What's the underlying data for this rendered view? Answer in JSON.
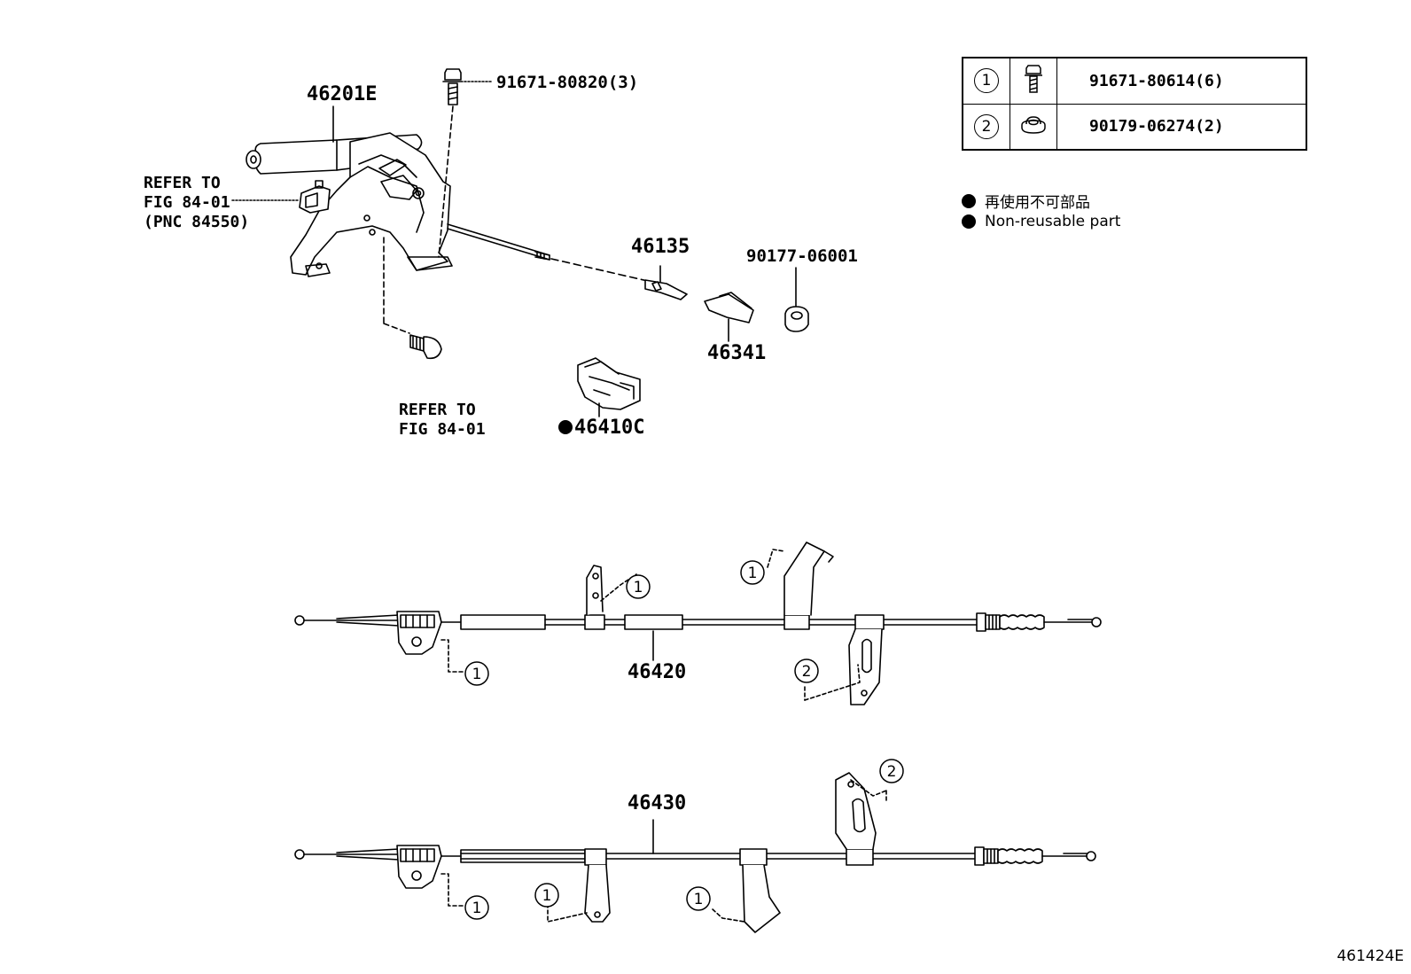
{
  "labels": {
    "p46201E": "46201E",
    "bolt_top": "91671-80820(3)",
    "refer_top": "REFER TO\nFIG 84-01\n(PNC 84550)",
    "refer_bottom": "REFER TO\nFIG 84-01",
    "p46135": "46135",
    "p90177": "90177-06001",
    "p46341": "46341",
    "p46410C": "46410C",
    "p46420": "46420",
    "p46430": "46430"
  },
  "legend": {
    "rows": [
      {
        "num": "1",
        "icon": "bolt-icon",
        "part": "91671-80614(6)"
      },
      {
        "num": "2",
        "icon": "nut-icon",
        "part": "90179-06274(2)"
      }
    ]
  },
  "notes": {
    "jp": "再使用不可部品",
    "en": "Non-reusable part"
  },
  "callouts": {
    "one": "1",
    "two": "2"
  },
  "figure_code": "461424E"
}
